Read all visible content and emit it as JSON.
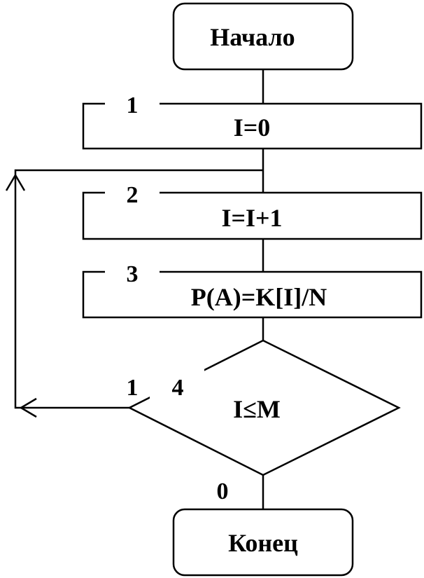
{
  "flowchart": {
    "start": "Начало",
    "end": "Конец",
    "blocks": [
      {
        "number": "1",
        "text": "I=0"
      },
      {
        "number": "2",
        "text": "I=I+1"
      },
      {
        "number": "3",
        "text": "P(A)=K[I]/N"
      }
    ],
    "decision": {
      "number": "4",
      "text": "I≤M",
      "yes_label": "1",
      "no_label": "0"
    }
  }
}
